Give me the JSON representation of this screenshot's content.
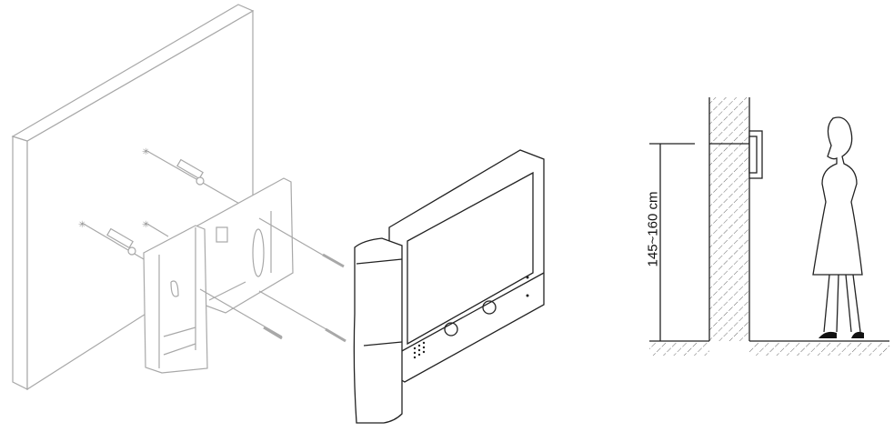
{
  "diagram": {
    "type": "installation-instructions",
    "panels": [
      {
        "id": "exploded-mounting-view",
        "parts": [
          "wall",
          "wall anchors (x4)",
          "screws (x4)",
          "mounting bracket",
          "handset",
          "indoor monitor"
        ]
      },
      {
        "id": "height-recommendation",
        "parts": [
          "wall section",
          "monitor on wall",
          "standing person",
          "floor"
        ]
      }
    ],
    "height_label": "145~160 cm",
    "colors": {
      "line_light": "#a8a8a8",
      "line_dark": "#222222",
      "background": "#ffffff"
    }
  }
}
